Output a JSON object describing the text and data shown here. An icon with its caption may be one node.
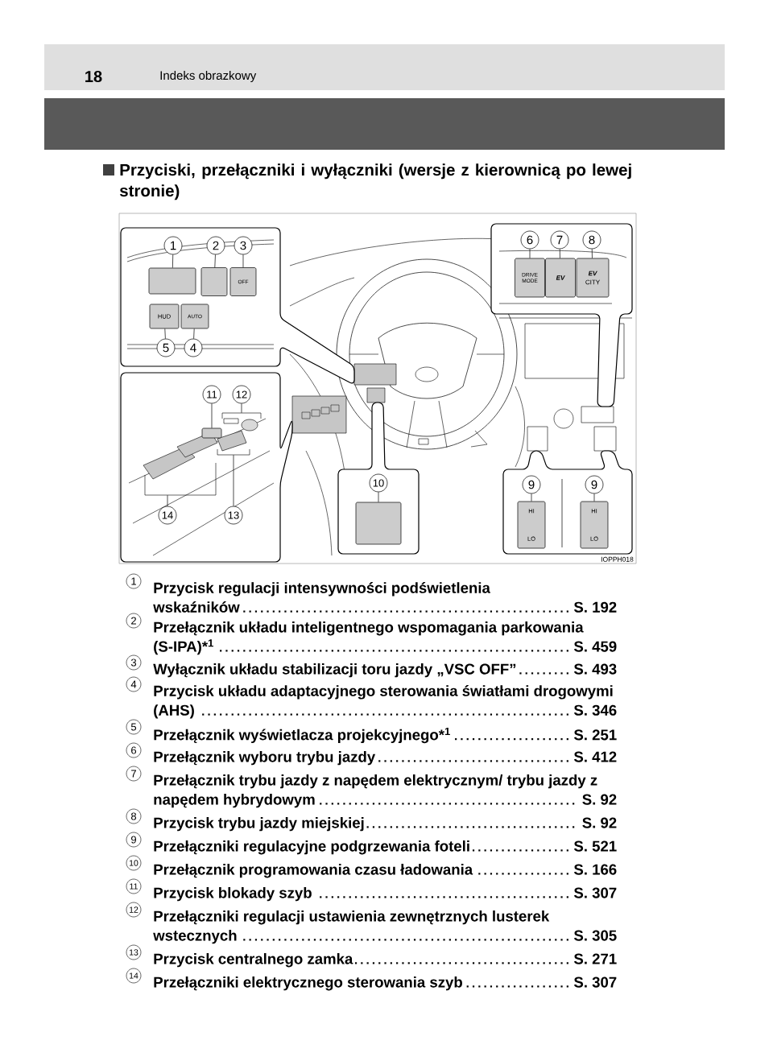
{
  "diagram": {
    "title": "Przyciski, przełączniki i wyłączniki (wersje z kierownicą po lewej stronie)",
    "nodes": [
      {
        "text": [
          "1"
        ]
      },
      {
        "text": [
          "2"
        ]
      },
      {
        "text": [
          "3"
        ]
      },
      {
        "text": [],
        "shape": "box"
      },
      {
        "text": [],
        "shape": "box"
      },
      {
        "text": [
          "OFF"
        ]
      },
      {
        "text": [
          "HUD"
        ]
      },
      {
        "text": [
          "AUTO"
        ]
      },
      {
        "text": [
          "5"
        ]
      },
      {
        "text": [
          "4"
        ]
      },
      {
        "text": [
          "6"
        ]
      },
      {
        "text": [
          "7"
        ]
      },
      {
        "text": [
          "8"
        ]
      },
      {
        "text": [
          "DRIVE MODE"
        ]
      },
      {
        "text": [
          "EV"
        ]
      },
      {
        "text": [
          "EV",
          "CITY"
        ]
      },
      {
        "text": [
          "11"
        ]
      },
      {
        "text": [
          "12"
        ]
      },
      {
        "text": [],
        "shape": "box"
      },
      {
        "text": [
          "10"
        ]
      },
      {
        "text": [
          "9"
        ]
      },
      {
        "text": [
          "9"
        ]
      },
      {
        "text": [],
        "shape": "box"
      },
      {
        "text": [
          "HI",
          "LO"
        ]
      },
      {
        "text": [
          "HI",
          "LO"
        ]
      },
      {
        "text": [
          "14"
        ]
      },
      {
        "text": [
          "13"
        ]
      },
      {
        "text": [],
        "shape": "bracket"
      },
      {
        "text": [],
        "shape": "bracket"
      },
      {
        "text": [],
        "shape": "bracket"
      }
    ],
    "edges": [
      {
        "from": 0,
        "to": 3,
        "arrow": "none"
      },
      {
        "from": 1,
        "to": 4,
        "arrow": "none"
      },
      {
        "from": 2,
        "to": 5,
        "arrow": "none"
      },
      {
        "from": 8,
        "to": 6,
        "arrow": "none"
      },
      {
        "from": 9,
        "to": 7,
        "arrow": "none"
      },
      {
        "from": 10,
        "to": 13,
        "arrow": "none"
      },
      {
        "from": 11,
        "to": 14,
        "arrow": "none"
      },
      {
        "from": 12,
        "to": 15,
        "arrow": "none"
      },
      {
        "from": 16,
        "to": 18,
        "arrow": "none"
      },
      {
        "from": 17,
        "to": 27,
        "arrow": "none"
      },
      {
        "from": 19,
        "to": 22,
        "arrow": "none"
      },
      {
        "from": 20,
        "to": 23,
        "arrow": "none"
      },
      {
        "from": 21,
        "to": 24,
        "arrow": "none"
      },
      {
        "from": 25,
        "to": 29,
        "arrow": "none"
      },
      {
        "from": 26,
        "to": 28,
        "arrow": "none"
      }
    ],
    "labels": [
      "18",
      "Indeks obrazkowy",
      "IOPPH018",
      "1",
      "Przycisk regulacji intensywności podświetlenia wskaźników",
      "S. 192",
      "2",
      "Przełącznik układu inteligentnego wspomagania parkowania (S-IPA)*$^{1}$",
      "S. 459",
      "3",
      "Wyłącznik układu stabilizacji toru jazdy „VSC OFF”",
      "S. 493",
      "4",
      "Przycisk układu adaptacyjnego sterowania światłami drogowymi (AHS)",
      "S. 346",
      "5",
      "Przełącznik wyświetlacza projekcyjnego*$^{1}$",
      "S. 251",
      "6",
      "Przełącznik wyboru trybu jazdy",
      "S. 412",
      "7",
      "Przełącznik trybu jazdy z napędem elektrycznym/ trybu jazdy z napędem hybrydowym",
      "S. 92",
      "8",
      "Przycisk trybu jazdy miejskiej",
      "S. 92",
      "9",
      "Przełączniki regulacyjne podgrzewania foteli",
      "S. 521",
      "10",
      "Przełącznik programowania czasu ładowania",
      "S. 166",
      "11",
      "Przycisk blokady szyb",
      "S. 307",
      "12",
      "Przełączniki regulacji ustawienia zewnętrznych lusterek wstecznych",
      "S. 305",
      "13",
      "Przycisk centralnego zamka",
      "S. 271",
      "14",
      "Przełączniki elektrycznego sterowania szyb",
      "S. 307"
    ]
  }
}
